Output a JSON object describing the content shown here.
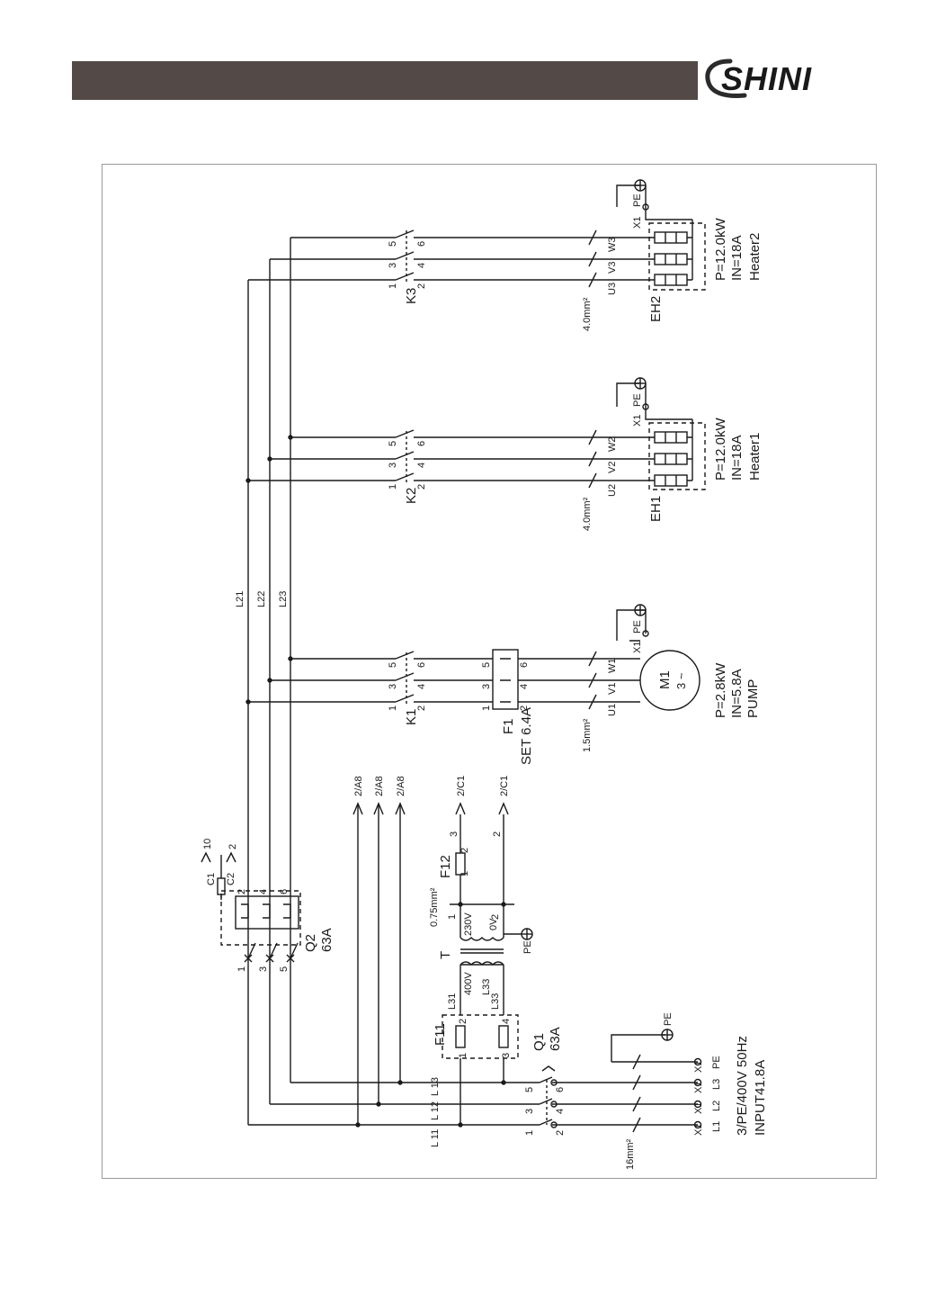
{
  "brand": {
    "name": "SHINI",
    "color": "#2b2b2b",
    "header_color": "#534a47"
  },
  "schematic": {
    "input": {
      "supply": "3/PE/400V 50Hz",
      "current": "INPUT41.8A",
      "cable": "16mm²",
      "terminal": "X1",
      "phases": [
        "L1",
        "L2",
        "L3",
        "PE"
      ],
      "pe": "PE"
    },
    "q1": {
      "label": "Q1",
      "rating": "63A",
      "pins": [
        "1",
        "2",
        "3",
        "4",
        "5",
        "6"
      ]
    },
    "q2": {
      "label": "Q2",
      "rating": "63A",
      "pins": [
        "1",
        "2",
        "3",
        "4",
        "5",
        "6"
      ],
      "aux": [
        "C1",
        "C2"
      ],
      "aux_refs": [
        "10",
        "2"
      ]
    },
    "lines": {
      "l1x": [
        "L 11",
        "L 12",
        "L 13"
      ],
      "l2x": [
        "L21",
        "L22",
        "L23"
      ],
      "l3x": [
        "L31",
        "L33"
      ]
    },
    "f11": {
      "label": "F11",
      "pins": [
        "1",
        "2",
        "3",
        "4"
      ]
    },
    "transformer": {
      "label": "T",
      "primary": "400V",
      "secondary_a": "230V",
      "secondary_b": "0V",
      "pe": "PE",
      "secondary_pins": [
        "1",
        "2"
      ]
    },
    "f12": {
      "label": "F12",
      "cable": "0.75mm²",
      "pins": [
        "1",
        "2"
      ]
    },
    "refs": {
      "a8": "2/A8",
      "c1": "2/C1",
      "wire_3": "3",
      "wire_2": "2"
    },
    "pump": {
      "contactor": "K1",
      "overload": "F1",
      "overload_set": "SET 6.4A",
      "cable": "1.5mm²",
      "terminals": [
        "U1",
        "V1",
        "W1",
        "X1"
      ],
      "motor": "M1",
      "motor_phase": "3 ~",
      "pe": "PE",
      "power": "P=2.8kW",
      "current": "IN=5.8A",
      "name": "PUMP"
    },
    "heater1": {
      "contactor": "K2",
      "cable": "4.0mm²",
      "terminals": [
        "U2",
        "V2",
        "W2"
      ],
      "label": "EH1",
      "terminal": "X1",
      "pe": "PE",
      "power": "P=12.0kW",
      "current": "IN=18A",
      "name": "Heater1"
    },
    "heater2": {
      "contactor": "K3",
      "cable": "4.0mm²",
      "terminals": [
        "U3",
        "V3",
        "W3"
      ],
      "label": "EH2",
      "terminal": "X1",
      "pe": "PE",
      "power": "P=12.0kW",
      "current": "IN=18A",
      "name": "Heater2"
    },
    "contact_pins": [
      "1",
      "2",
      "3",
      "4",
      "5",
      "6"
    ]
  }
}
